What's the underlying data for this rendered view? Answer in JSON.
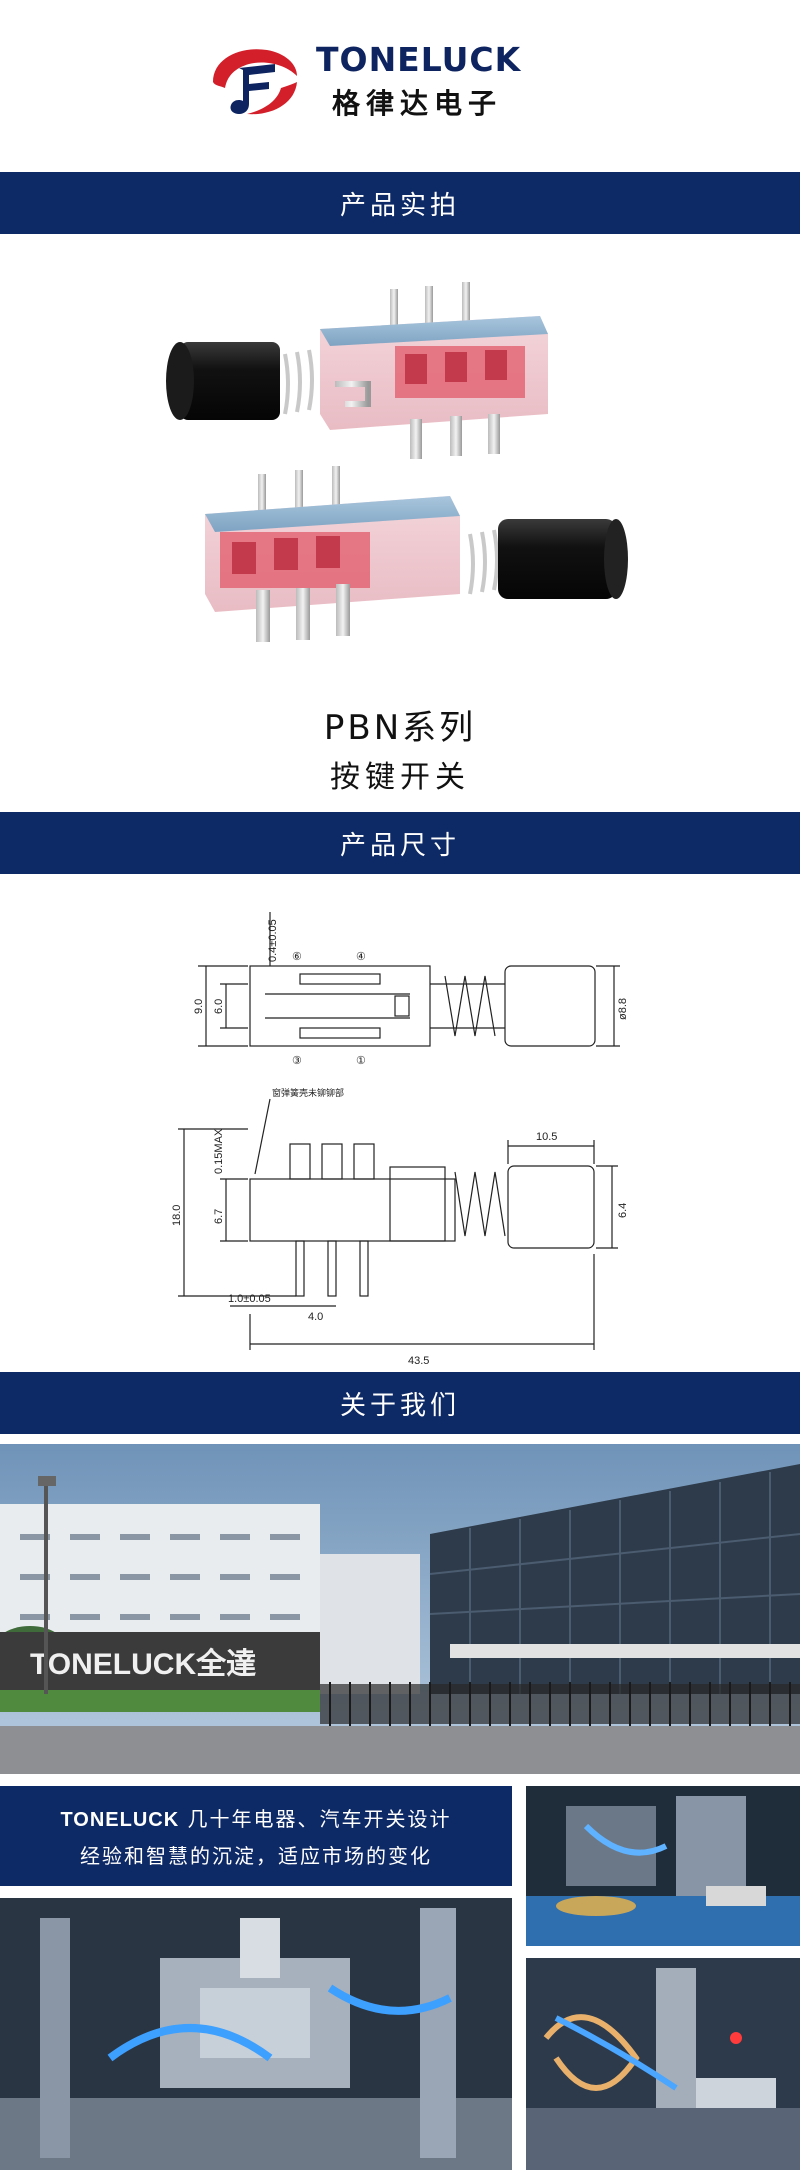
{
  "brand": {
    "name_en": "TONELUCK",
    "name_cn": "格律达电子"
  },
  "sections": {
    "photo_title": "产品实拍",
    "size_title": "产品尺寸",
    "about_title": "关于我们"
  },
  "product": {
    "series": "PBN系列",
    "type": "按键开关"
  },
  "drawing": {
    "top_view": {
      "dim_top": "0.4±0.05",
      "dim_left_outer": "9.0",
      "dim_left_inner": "6.0",
      "dim_dia": "ø8.8",
      "pin_6": "⑥",
      "pin_4": "④",
      "pin_3": "③",
      "pin_1": "①"
    },
    "side_view": {
      "note": "窗弹簧壳未铆铆部",
      "dim_max": "0.15MAX",
      "dim_height": "18.0",
      "dim_body": "6.7",
      "dim_cap_len": "10.5",
      "dim_cap_h": "6.4",
      "dim_pin_w": "1.0±0.05",
      "dim_pitch": "4.0",
      "dim_total": "43.5"
    }
  },
  "about": {
    "sign_text": "TONELUCK全達",
    "line1_brand": "TONELUCK",
    "line1_rest": " 几十年电器、汽车开关设计",
    "line2": "经验和智慧的沉淀，适应市场的变化"
  },
  "colors": {
    "navy": "#0e2a66",
    "logo_red": "#d21f2a",
    "switch_blue": "#8fb3cf",
    "switch_red": "#e25a6a"
  }
}
